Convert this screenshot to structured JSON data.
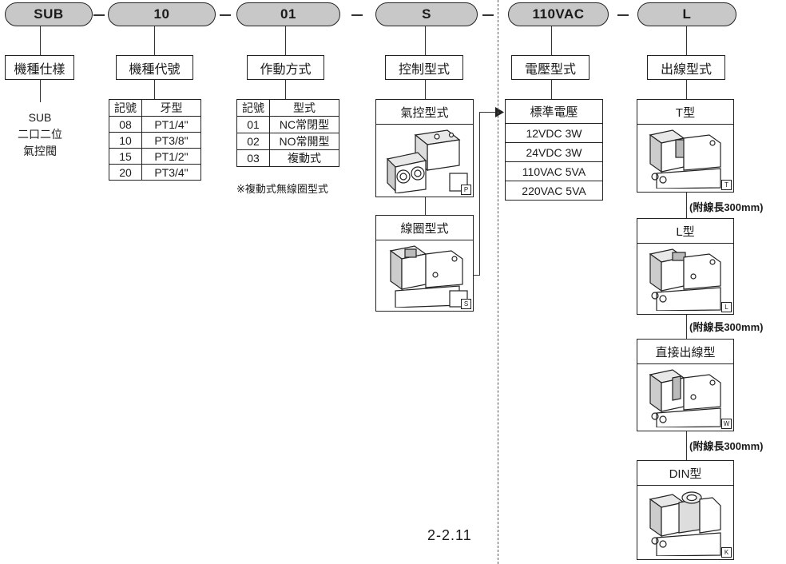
{
  "codes": [
    "SUB",
    "10",
    "01",
    "S",
    "110VAC",
    "L"
  ],
  "labels": [
    "機種仕樣",
    "機種代號",
    "作動方式",
    "控制型式",
    "電壓型式",
    "出線型式"
  ],
  "model_desc": [
    "SUB",
    "二口二位",
    "氣控閥"
  ],
  "port_table": {
    "headers": [
      "記號",
      "牙型"
    ],
    "rows": [
      [
        "08",
        "PT1/4\""
      ],
      [
        "10",
        "PT3/8\""
      ],
      [
        "15",
        "PT1/2\""
      ],
      [
        "20",
        "PT3/4\""
      ]
    ]
  },
  "action_table": {
    "headers": [
      "記號",
      "型式"
    ],
    "rows": [
      [
        "01",
        "NC常閉型"
      ],
      [
        "02",
        "NO常開型"
      ],
      [
        "03",
        "複動式"
      ]
    ],
    "note": "※複動式無線圈型式"
  },
  "control_types": [
    {
      "title": "氣控型式",
      "tag": "P"
    },
    {
      "title": "線圈型式",
      "tag": "S"
    }
  ],
  "voltage": {
    "header": "標準電壓",
    "options": [
      "12VDC 3W",
      "24VDC 3W",
      "110VAC 5VA",
      "220VAC 5VA"
    ]
  },
  "wire_types": [
    {
      "title": "T型",
      "tag": "T",
      "note": "(附線長300mm)"
    },
    {
      "title": "L型",
      "tag": "L",
      "note": "(附線長300mm)"
    },
    {
      "title": "直接出線型",
      "tag": "W",
      "note": "(附線長300mm)"
    },
    {
      "title": "DIN型",
      "tag": "K",
      "note": ""
    }
  ],
  "page_number": "2-2.11"
}
